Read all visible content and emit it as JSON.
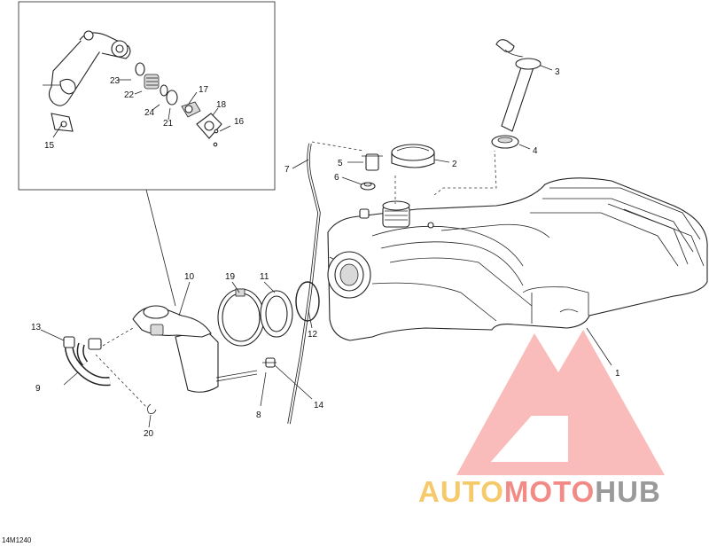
{
  "figure_code": "14M1240",
  "watermark": {
    "part1": "AUTO",
    "part2": "MOTO",
    "part3": "HUB",
    "colors": {
      "auto": "#f6c96a",
      "moto": "#f28a86",
      "hub": "#9a9a9a",
      "logo": "#f26f6b"
    }
  },
  "callouts": {
    "c1": "1",
    "c2": "2",
    "c3": "3",
    "c4": "4",
    "c5": "5",
    "c6": "6",
    "c7": "7",
    "c8": "8",
    "c9": "9",
    "c10": "10",
    "c11": "11",
    "c12": "12",
    "c13": "13",
    "c14": "14",
    "c15": "15",
    "c16": "16",
    "c17": "17",
    "c18": "18",
    "c19": "19",
    "c20": "20",
    "c21": "21",
    "c22": "22",
    "c23": "23",
    "c24": "24"
  }
}
